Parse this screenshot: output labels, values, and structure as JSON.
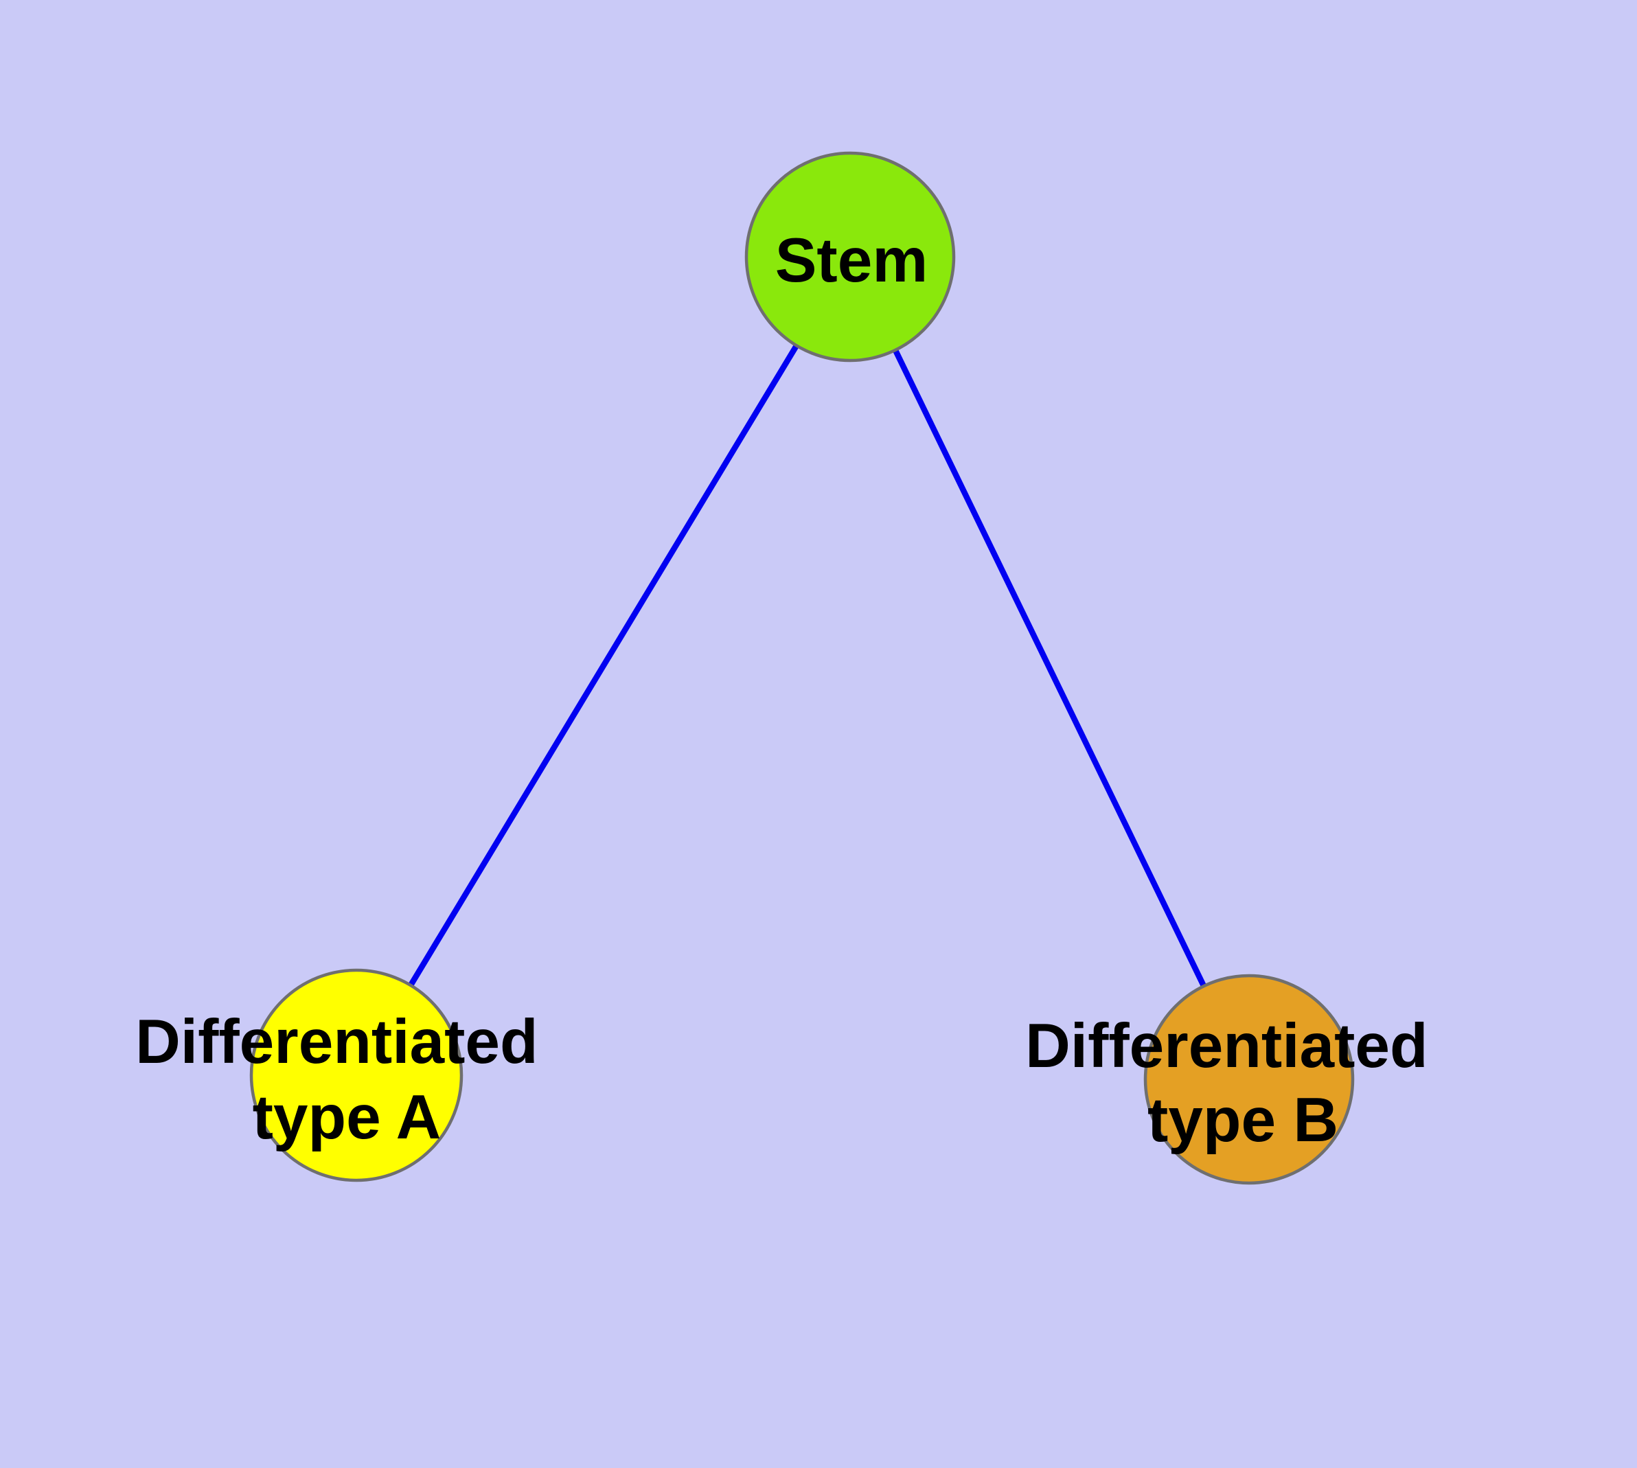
{
  "diagram": {
    "type": "graph",
    "background_color": "#CACAF7",
    "edge_color": "#0101F1",
    "node_border_color": "#6F6F6F",
    "label_color": "#000000",
    "nodes": {
      "stem": {
        "label": "Stem",
        "fill": "#8AE80C"
      },
      "type_a": {
        "label_line1": "Differentiated",
        "label_line2": "type A",
        "fill": "#FFFF00"
      },
      "type_b": {
        "label_line1": "Differentiated",
        "label_line2": "type B",
        "fill": "#E4A024"
      }
    },
    "edges": [
      {
        "from": "Stem",
        "to": "Differentiated type A"
      },
      {
        "from": "Stem",
        "to": "Differentiated type B"
      }
    ]
  }
}
